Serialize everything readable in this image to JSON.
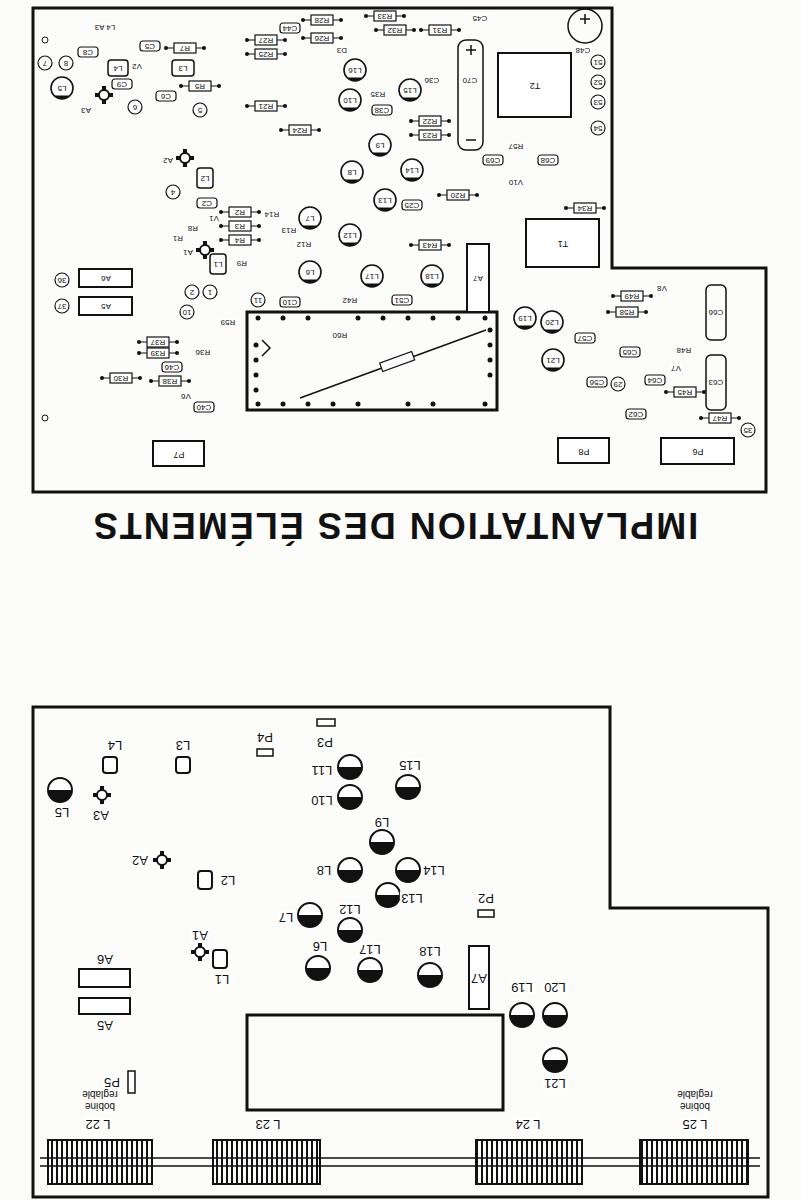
{
  "diagram": {
    "title": "IMPLANTATION DES ÉLÉMENTS",
    "nodes": [
      {
        "text": [
          "A6"
        ]
      },
      {
        "text": [
          "A5"
        ]
      },
      {
        "text": [
          "A7"
        ]
      },
      {
        "text": [
          "T2"
        ]
      },
      {
        "text": [
          "T1"
        ]
      },
      {
        "text": [
          "P7"
        ]
      },
      {
        "text": [
          "P8"
        ]
      },
      {
        "text": [
          "P6"
        ]
      },
      {
        "text": [
          "A6"
        ]
      },
      {
        "text": [
          "A5"
        ]
      },
      {
        "text": [
          "A7"
        ]
      }
    ],
    "labels": [
      "L4 A3",
      "7",
      "8",
      "L5",
      "A3",
      "C8",
      "C5",
      "R7",
      "L4",
      "V2",
      "L3",
      "C9",
      "R5",
      "C6",
      "6",
      "5",
      "A2",
      "L2",
      "4",
      "C2",
      "R8",
      "R1",
      "V1",
      "R2",
      "R3",
      "R4",
      "A1",
      "L1",
      "R9",
      "R14",
      "R13",
      "R12",
      "L7",
      "L6",
      "2",
      "1",
      "10",
      "11",
      "C10",
      "R59",
      "36",
      "37",
      "R37",
      "R39",
      "C46",
      "R36",
      "R38",
      "R30",
      "V6",
      "C40",
      "C44",
      "R28",
      "R26",
      "R27",
      "R25",
      "D3",
      "R33",
      "R32",
      "R31",
      "C45",
      "L16",
      "R35",
      "L10",
      "L15",
      "C36",
      "C38",
      "R21",
      "R24",
      "R22",
      "R23",
      "L9",
      "L8",
      "L14",
      "L13",
      "C25",
      "R20",
      "L12",
      "R43",
      "L17",
      "L18",
      "R42",
      "C51",
      "R60",
      "C70",
      "C48",
      "51",
      "52",
      "53",
      "54",
      "C69",
      "R57",
      "V10",
      "C68",
      "R34",
      "L19",
      "L20",
      "L21",
      "C57",
      "C65",
      "C56",
      "R49",
      "R58",
      "V8",
      "C66",
      "R48",
      "V7",
      "R45",
      "C64",
      "C63",
      "C62",
      "R47",
      "35",
      "29",
      "L4",
      "L3",
      "L5",
      "A3",
      "P4",
      "P3",
      "L11",
      "L15",
      "L10",
      "L9",
      "L8",
      "L14",
      "L13",
      "L12",
      "L7",
      "L6",
      "L17",
      "L18",
      "P2",
      "A2",
      "L2",
      "A1",
      "L1",
      "P5",
      "L19",
      "L20",
      "L21",
      "L 22",
      "bobine reglable",
      "L 23",
      "L 24",
      "L 25",
      "bobine reglable"
    ]
  }
}
